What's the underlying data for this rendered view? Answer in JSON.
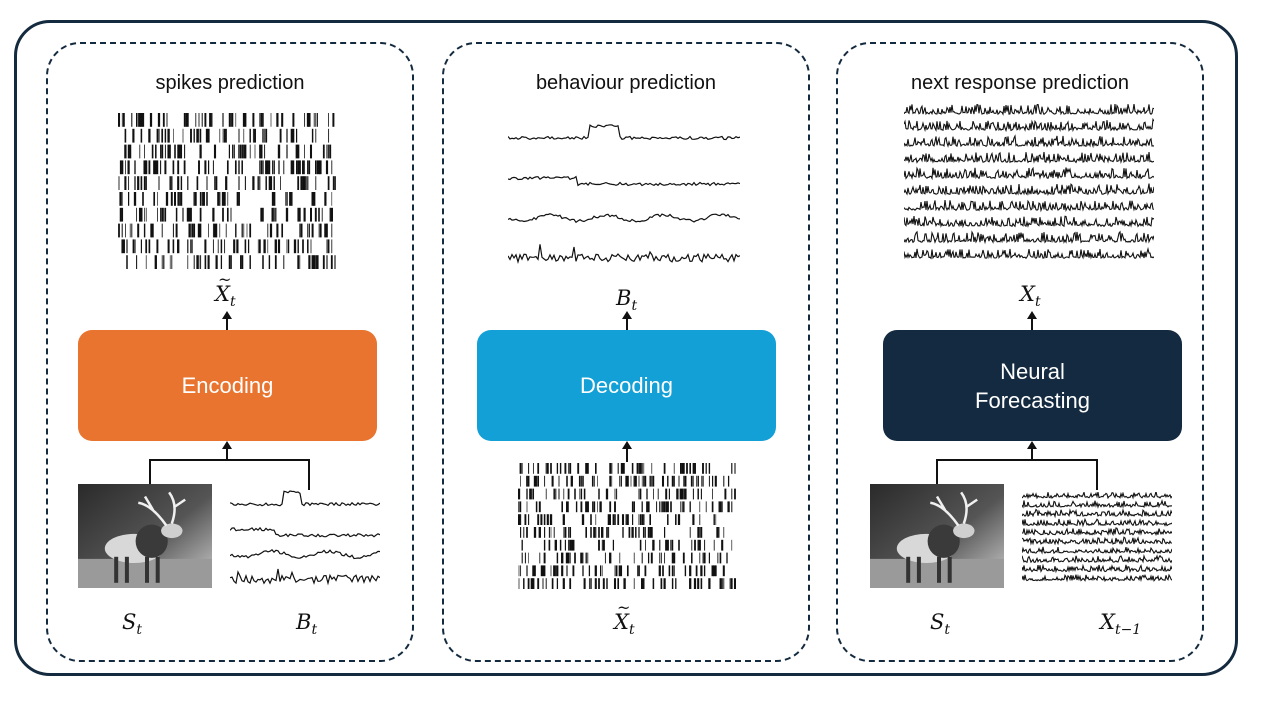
{
  "panels": [
    {
      "title": "spikes prediction",
      "model_label": "Encoding",
      "model_color": "#e8742f",
      "output_var": "X",
      "output_sub": "t",
      "input_vars": [
        {
          "base": "S",
          "sub": "t"
        },
        {
          "base": "B",
          "sub": "t"
        }
      ]
    },
    {
      "title": "behaviour prediction",
      "model_label": "Decoding",
      "model_color": "#13a0d6",
      "output_var": "B",
      "output_sub": "t",
      "input_vars": [
        {
          "base": "X",
          "sub": "t"
        }
      ]
    },
    {
      "title": "next response prediction",
      "model_label_lines": [
        "Neural",
        "Forecasting"
      ],
      "model_color": "#132a40",
      "output_var": "X",
      "output_sub": "t",
      "input_vars": [
        {
          "base": "S",
          "sub": "t"
        },
        {
          "base": "X",
          "sub": "t−1"
        }
      ]
    }
  ],
  "icons": {
    "stimulus": "elk-photo",
    "spikes": "spike-raster",
    "behaviour": "behaviour-traces",
    "responses": "neural-response-traces"
  },
  "colors": {
    "frame": "#142a3e",
    "ink": "#111111"
  }
}
